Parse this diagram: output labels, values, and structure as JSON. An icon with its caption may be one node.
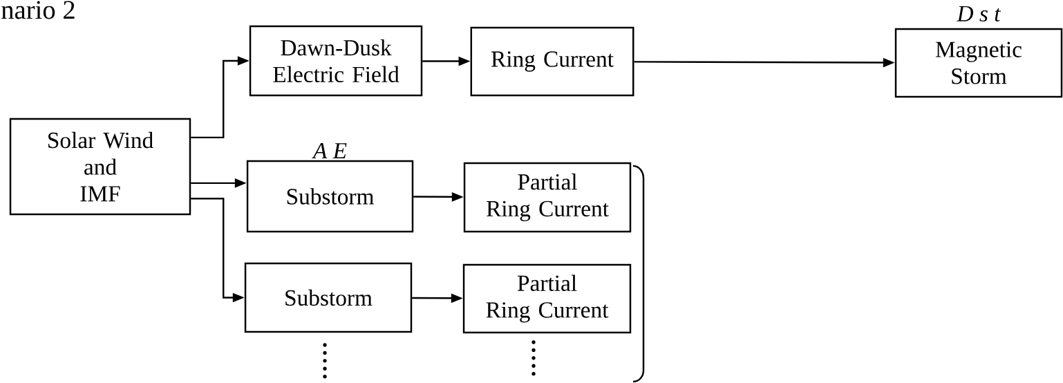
{
  "diagram": {
    "title": "nario 2",
    "nodes": [
      {
        "text": [
          "Solar Wind and IMF"
        ]
      },
      {
        "text": [
          "Dawn-Dusk Electric Field"
        ]
      },
      {
        "text": [
          "Ring Current"
        ]
      },
      {
        "text": [
          "Magnetic Storm"
        ],
        "beside": [
          "D s t"
        ]
      },
      {
        "text": [
          "Substorm"
        ],
        "beside": [
          "A E"
        ]
      },
      {
        "text": [
          "Partial Ring Current"
        ]
      },
      {
        "text": [
          "Substorm"
        ]
      },
      {
        "text": [
          "Partial Ring Current"
        ]
      }
    ],
    "edges": [
      {
        "from": 0,
        "to": 1,
        "arrow": "to"
      },
      {
        "from": 1,
        "to": 2,
        "arrow": "to"
      },
      {
        "from": 2,
        "to": 3,
        "arrow": "to"
      },
      {
        "from": 0,
        "to": 4,
        "arrow": "to"
      },
      {
        "from": 4,
        "to": 5,
        "arrow": "to"
      },
      {
        "from": 0,
        "to": 6,
        "arrow": "to"
      },
      {
        "from": 6,
        "to": 7,
        "arrow": "to"
      }
    ]
  }
}
